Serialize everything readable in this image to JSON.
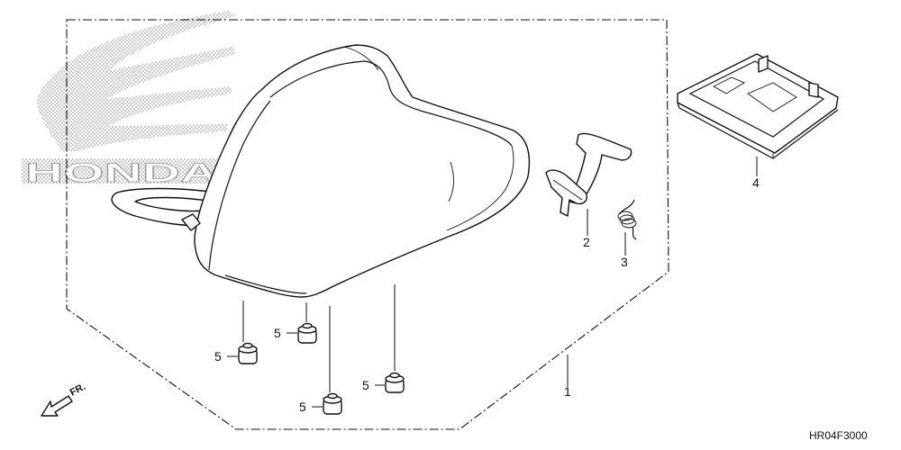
{
  "brand": {
    "logo_text": "HONDA"
  },
  "diagram_code": "HR04F3000",
  "direction": {
    "label": "FR."
  },
  "callouts": [
    {
      "id": "c1",
      "text": "1"
    },
    {
      "id": "c2",
      "text": "2"
    },
    {
      "id": "c3",
      "text": "3"
    },
    {
      "id": "c4",
      "text": "4"
    },
    {
      "id": "c5a",
      "text": "5"
    },
    {
      "id": "c5b",
      "text": "5"
    },
    {
      "id": "c5c",
      "text": "5"
    },
    {
      "id": "c5d",
      "text": "5"
    }
  ]
}
